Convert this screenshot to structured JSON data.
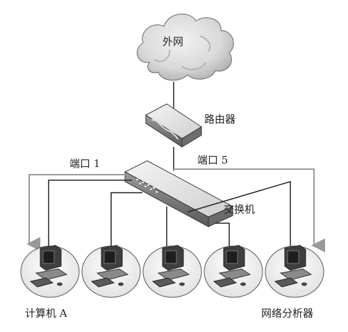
{
  "labels": {
    "internet": "外网",
    "router": "路由器",
    "port1": "端口 1",
    "port5": "端口 5",
    "switch": "交换机",
    "computer_a": "计算机 A",
    "analyzer": "网络分析器"
  },
  "icons": {
    "cloud": "cloud-icon",
    "router": "router-icon",
    "switch": "switch-icon",
    "computer": "desktop-computer-icon"
  },
  "colors": {
    "line": "#222222",
    "arrow": "#999999",
    "device_light": "#e6e6e6",
    "device_dark": "#555555"
  }
}
